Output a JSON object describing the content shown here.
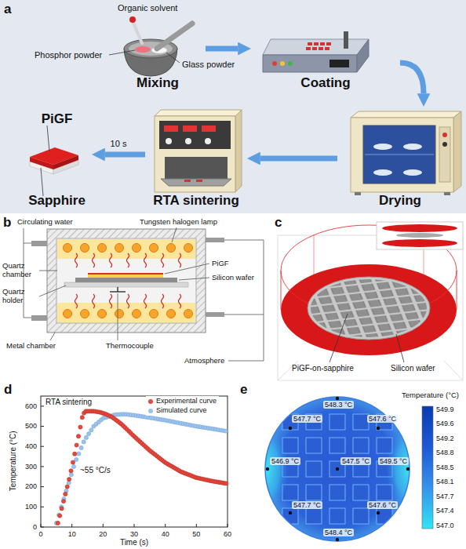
{
  "diagram": {
    "nodes": [
      {
        "text": [
          "a"
        ]
      },
      {
        "text": [
          "Mixing"
        ],
        "in": 0
      },
      {
        "text": [
          "Coating"
        ],
        "in": 0
      },
      {
        "text": [
          "Drying"
        ],
        "in": 0
      },
      {
        "text": [
          "RTA sintering"
        ],
        "in": 0
      },
      {
        "text": [
          "PiGF",
          "Sapphire"
        ],
        "in": 0
      }
    ],
    "edges": [
      {
        "from": 1,
        "to": 2,
        "arrow": "to"
      },
      {
        "from": 2,
        "to": 3,
        "arrow": "to"
      },
      {
        "from": 3,
        "to": 4,
        "arrow": "to"
      },
      {
        "from": 4,
        "to": 5,
        "label": "10 s",
        "arrow": "to"
      }
    ],
    "labels": [
      "Organic solvent",
      "Phosphor powder",
      "Glass powder",
      "b",
      "Circulating water",
      "Tungsten halogen lamp",
      "Quartz chamber",
      "PiGF",
      "Silicon wafer",
      "Quartz holder",
      "Metal chamber",
      "Thermocouple",
      "Atmosphere",
      "c",
      "PiGF-on-sapphire",
      "Silicon wafer",
      "d",
      "RTA sintering",
      "~55 °C/s",
      "Temperature (°C)",
      "Time (s)",
      "0",
      "100",
      "200",
      "300",
      "400",
      "500",
      "600",
      "0",
      "10",
      "20",
      "30",
      "40",
      "50",
      "60",
      "e",
      "548.3 °C",
      "547.7 °C",
      "547.6 °C",
      "546.9 °C",
      "547.5 °C",
      "549.5 °C",
      "547.7 °C",
      "547.6 °C",
      "548.4 °C",
      "Temperature (°C)",
      "549.9",
      "549.6",
      "549.2",
      "548.8",
      "548.5",
      "548.1",
      "547.7",
      "547.4",
      "547.0"
    ],
    "legend": [
      {
        "text": "Experimental curve",
        "color": "#e8473b"
      },
      {
        "text": "Simulated curve",
        "color": "#9cc3ee"
      }
    ]
  }
}
